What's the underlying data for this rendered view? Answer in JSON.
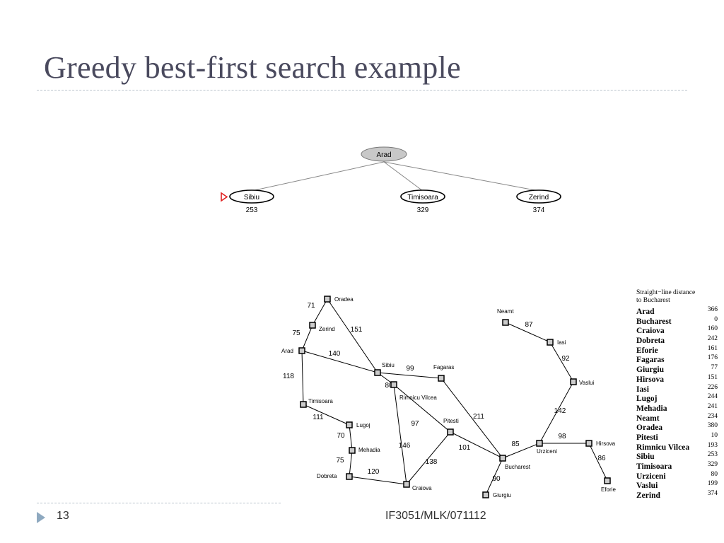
{
  "slide": {
    "title": "Greedy best-first search example",
    "number": "13",
    "footer": "IF3051/MLK/071112"
  },
  "search_tree": {
    "root": {
      "label": "Arad",
      "fill": "#c8c8c8"
    },
    "children": [
      {
        "label": "Sibiu",
        "value": "253",
        "marked": true
      },
      {
        "label": "Timisoara",
        "value": "329",
        "marked": false
      },
      {
        "label": "Zerind",
        "value": "374",
        "marked": false
      }
    ],
    "marker_color": "#e02020"
  },
  "map": {
    "cities": [
      {
        "id": "oradea",
        "label": "Oradea"
      },
      {
        "id": "zerind",
        "label": "Zerind"
      },
      {
        "id": "arad",
        "label": "Arad"
      },
      {
        "id": "timisoara",
        "label": "Timisoara"
      },
      {
        "id": "lugoj",
        "label": "Lugoj"
      },
      {
        "id": "mehadia",
        "label": "Mehadia"
      },
      {
        "id": "dobreta",
        "label": "Dobreta"
      },
      {
        "id": "craiova",
        "label": "Craiova"
      },
      {
        "id": "sibiu",
        "label": "Sibiu"
      },
      {
        "id": "rimnicu",
        "label": "Rimnicu Vilcea"
      },
      {
        "id": "fagaras",
        "label": "Fagaras"
      },
      {
        "id": "pitesti",
        "label": "Pitesti"
      },
      {
        "id": "bucharest",
        "label": "Bucharest"
      },
      {
        "id": "giurgiu",
        "label": "Giurgiu"
      },
      {
        "id": "urziceni",
        "label": "Urziceni"
      },
      {
        "id": "hirsova",
        "label": "Hirsova"
      },
      {
        "id": "eforie",
        "label": "Eforie"
      },
      {
        "id": "vaslui",
        "label": "Vaslui"
      },
      {
        "id": "iasi",
        "label": "Iasi"
      },
      {
        "id": "neamt",
        "label": "Neamt"
      }
    ],
    "roads": [
      {
        "from": "oradea",
        "to": "zerind",
        "distance": "71"
      },
      {
        "from": "oradea",
        "to": "sibiu",
        "distance": "151"
      },
      {
        "from": "zerind",
        "to": "arad",
        "distance": "75"
      },
      {
        "from": "arad",
        "to": "sibiu",
        "distance": "140"
      },
      {
        "from": "arad",
        "to": "timisoara",
        "distance": "118"
      },
      {
        "from": "timisoara",
        "to": "lugoj",
        "distance": "111"
      },
      {
        "from": "lugoj",
        "to": "mehadia",
        "distance": "70"
      },
      {
        "from": "mehadia",
        "to": "dobreta",
        "distance": "75"
      },
      {
        "from": "dobreta",
        "to": "craiova",
        "distance": "120"
      },
      {
        "from": "sibiu",
        "to": "fagaras",
        "distance": "99"
      },
      {
        "from": "sibiu",
        "to": "rimnicu",
        "distance": "80"
      },
      {
        "from": "rimnicu",
        "to": "pitesti",
        "distance": "97"
      },
      {
        "from": "rimnicu",
        "to": "craiova",
        "distance": "146"
      },
      {
        "from": "craiova",
        "to": "pitesti",
        "distance": "138"
      },
      {
        "from": "fagaras",
        "to": "bucharest",
        "distance": "211"
      },
      {
        "from": "pitesti",
        "to": "bucharest",
        "distance": "101"
      },
      {
        "from": "bucharest",
        "to": "giurgiu",
        "distance": "90"
      },
      {
        "from": "bucharest",
        "to": "urziceni",
        "distance": "85"
      },
      {
        "from": "urziceni",
        "to": "hirsova",
        "distance": "98"
      },
      {
        "from": "hirsova",
        "to": "eforie",
        "distance": "86"
      },
      {
        "from": "urziceni",
        "to": "vaslui",
        "distance": "142"
      },
      {
        "from": "vaslui",
        "to": "iasi",
        "distance": "92"
      },
      {
        "from": "iasi",
        "to": "neamt",
        "distance": "87"
      }
    ]
  },
  "heuristic_table": {
    "caption_line1": "Straight−line distance",
    "caption_line2": "to Bucharest",
    "rows": [
      {
        "city": "Arad",
        "value": "366"
      },
      {
        "city": "Bucharest",
        "value": "0"
      },
      {
        "city": "Craiova",
        "value": "160"
      },
      {
        "city": "Dobreta",
        "value": "242"
      },
      {
        "city": "Eforie",
        "value": "161"
      },
      {
        "city": "Fagaras",
        "value": "176"
      },
      {
        "city": "Giurgiu",
        "value": "77"
      },
      {
        "city": "Hirsova",
        "value": "151"
      },
      {
        "city": "Iasi",
        "value": "226"
      },
      {
        "city": "Lugoj",
        "value": "244"
      },
      {
        "city": "Mehadia",
        "value": "241"
      },
      {
        "city": "Neamt",
        "value": "234"
      },
      {
        "city": "Oradea",
        "value": "380"
      },
      {
        "city": "Pitesti",
        "value": "10"
      },
      {
        "city": "Rimnicu Vilcea",
        "value": "193"
      },
      {
        "city": "Sibiu",
        "value": "253"
      },
      {
        "city": "Timisoara",
        "value": "329"
      },
      {
        "city": "Urziceni",
        "value": "80"
      },
      {
        "city": "Vaslui",
        "value": "199"
      },
      {
        "city": "Zerind",
        "value": "374"
      }
    ]
  }
}
